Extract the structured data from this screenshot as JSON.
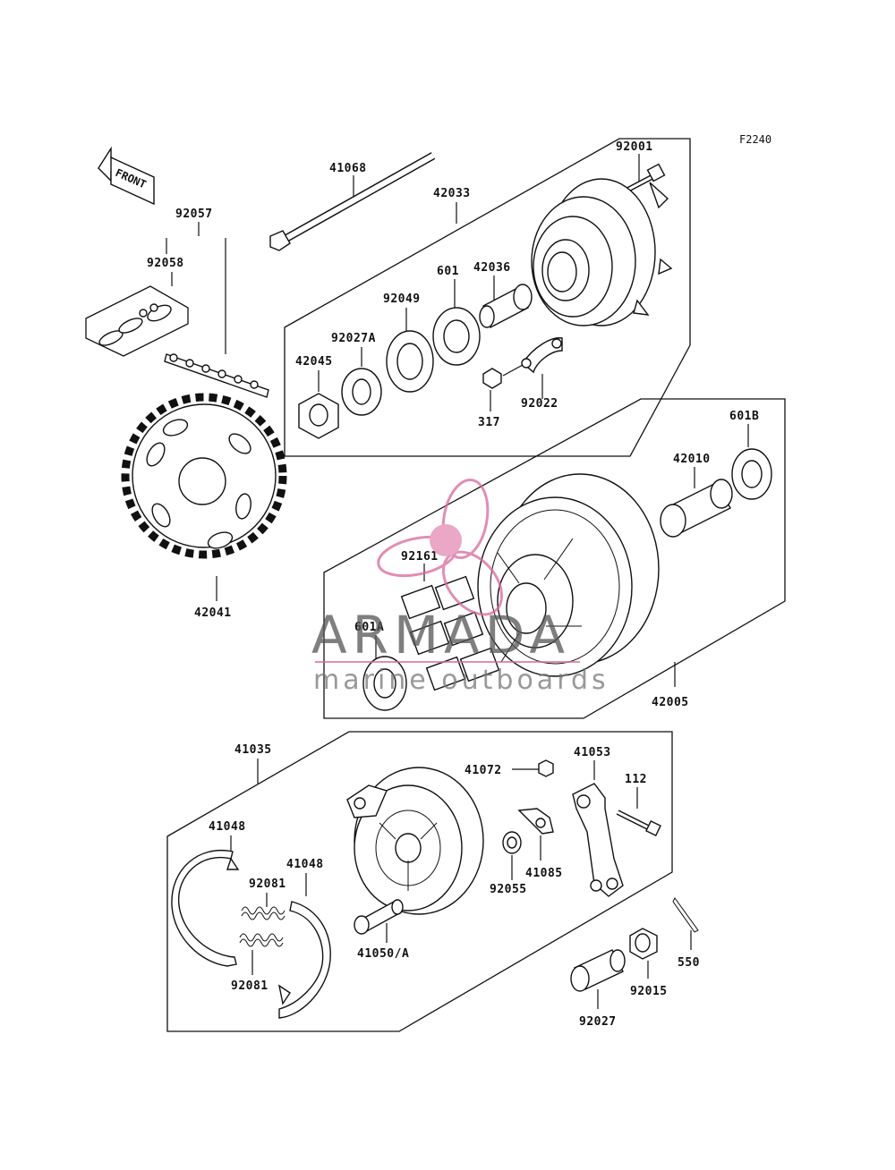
{
  "figure_id": "F2240",
  "front_label": "FRONT",
  "watermark": {
    "brand": "ARMADA",
    "tagline": "marine outboards"
  },
  "labels": {
    "p41068": "41068",
    "p42033": "42033",
    "p92001": "92001",
    "p92057": "92057",
    "p92058": "92058",
    "p601": "601",
    "p42036": "42036",
    "p92049": "92049",
    "p92027A": "92027A",
    "p42045": "42045",
    "p317": "317",
    "p92022": "92022",
    "p601B": "601B",
    "p42010": "42010",
    "p92161": "92161",
    "p601A": "601A",
    "p42041": "42041",
    "p42005": "42005",
    "p41035": "41035",
    "p41053": "41053",
    "p41072": "41072",
    "p112": "112",
    "p41048a": "41048",
    "p41048b": "41048",
    "p92081a": "92081",
    "p92081b": "92081",
    "p41085": "41085",
    "p92055": "92055",
    "p41050A": "41050/A",
    "p550": "550",
    "p92015": "92015",
    "p92027": "92027"
  }
}
